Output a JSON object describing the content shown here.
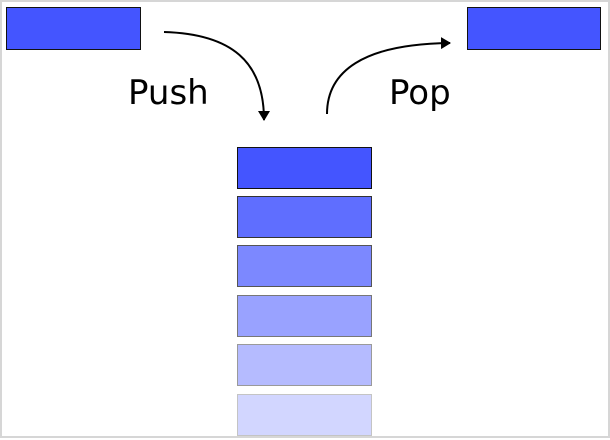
{
  "labels": {
    "push": "Push",
    "pop": "Pop"
  },
  "colors": {
    "pushed_block": "#4455ff",
    "popped_block": "#4455ff",
    "arrow": "#000000",
    "stack": [
      "#4455ff",
      "#5f6eff",
      "#7c88ff",
      "#99a2ff",
      "#b5bbff",
      "#d2d6ff"
    ]
  },
  "stack": {
    "item_count": 6
  }
}
